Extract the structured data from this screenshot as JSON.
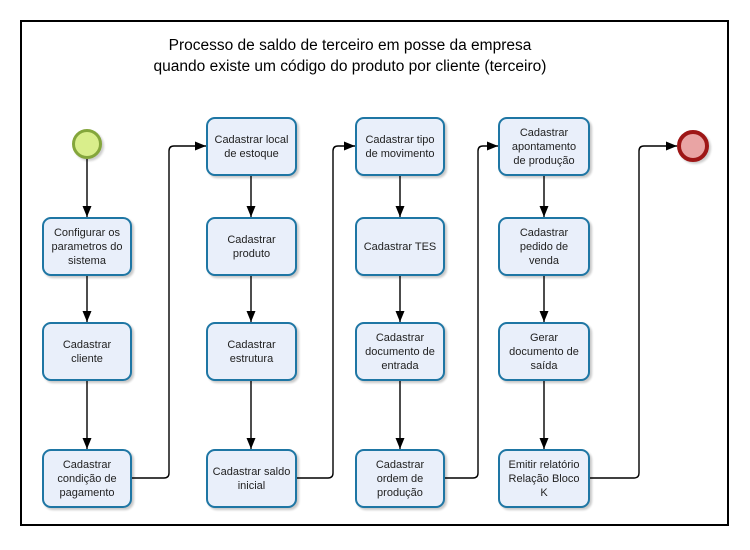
{
  "diagram": {
    "title": {
      "line1": "Processo de saldo de terceiro em posse da empresa",
      "line2": "quando existe um código do produto por cliente (terceiro)"
    },
    "colors": {
      "background": "#ffffff",
      "frame_border": "#000000",
      "title_text": "#000000",
      "box_fill": "#e9effa",
      "box_border": "#1e76a4",
      "box_text": "#222222",
      "start_fill": "#d9ee8b",
      "start_border": "#84a63b",
      "end_fill": "#e9a4a4",
      "end_border": "#9e1616",
      "connector": "#000000"
    },
    "steps": [
      {
        "label": "Configurar os\nparametros do\nsistema"
      },
      {
        "label": "Cadastrar\ncliente"
      },
      {
        "label": "Cadastrar\ncondição de\npagamento"
      },
      {
        "label": "Cadastrar local\nde estoque"
      },
      {
        "label": "Cadastrar\nproduto"
      },
      {
        "label": "Cadastrar\nestrutura"
      },
      {
        "label": "Cadastrar saldo\ninicial"
      },
      {
        "label": "Cadastrar tipo\nde movimento"
      },
      {
        "label": "Cadastrar TES"
      },
      {
        "label": "Cadastrar\ndocumento de\nentrada"
      },
      {
        "label": "Cadastrar\nordem de\nprodução"
      },
      {
        "label": "Cadastrar\napontamento\nde produção"
      },
      {
        "label": "Cadastrar\npedido de\nvenda"
      },
      {
        "label": "Gerar\ndocumento de\nsaída"
      },
      {
        "label": "Emitir relatório\nRelação Bloco\nK"
      }
    ]
  }
}
